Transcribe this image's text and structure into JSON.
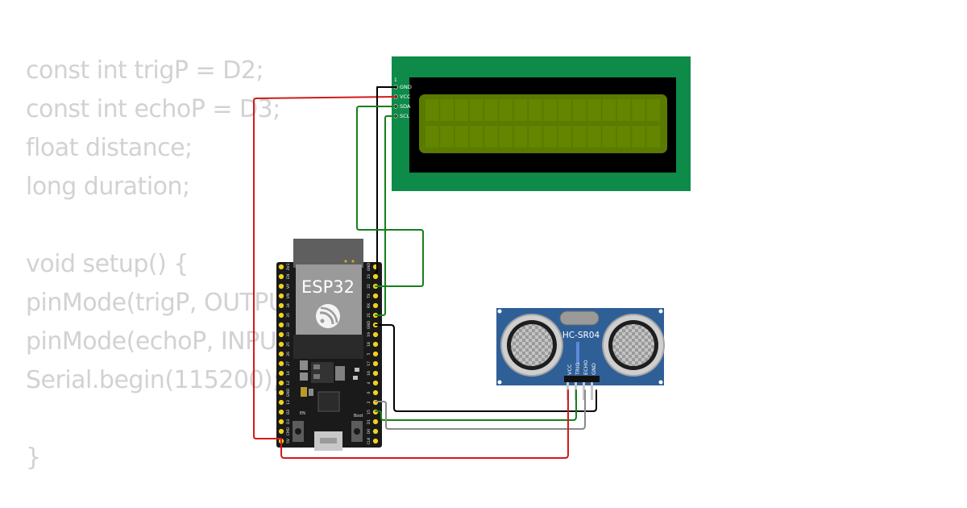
{
  "code": {
    "lines": [
      "const int trigP = D2;",
      "const int echoP = D3;",
      "float distance;",
      "long duration;",
      "",
      "void setup() {",
      "pinMode(trigP, OUTPUT);",
      "pinMode(echoP, INPUT);",
      "Serial.begin(115200);",
      "",
      "}"
    ]
  },
  "lcd": {
    "pin_index": "1",
    "pins": [
      "GND",
      "VCC",
      "SDA",
      "SCL"
    ],
    "colors": {
      "board": "#0e8a49",
      "bezel": "#000000",
      "screen": "#5a7a00"
    }
  },
  "esp32": {
    "label": "ESP32",
    "left_pins": [
      "3V3",
      "EN",
      "VP",
      "VN",
      "34",
      "35",
      "32",
      "33",
      "25",
      "26",
      "27",
      "14",
      "12",
      "GND",
      "13",
      "D2",
      "D3",
      "CMD",
      "5V"
    ],
    "right_pins": [
      "GND",
      "23",
      "22",
      "TX",
      "RX",
      "21",
      "GND",
      "19",
      "18",
      "5",
      "17",
      "16",
      "4",
      "0",
      "2",
      "15",
      "D1",
      "D0",
      "CLK"
    ],
    "en_label": "EN",
    "boot_label": "Boot",
    "colors": {
      "board": "#1a1a1a",
      "pin": "#f2d21b",
      "module": "#5f5f5f"
    }
  },
  "sensor": {
    "label": "HC-SR04",
    "pins": [
      "VCC",
      "TRIG",
      "ECHO",
      "GND"
    ],
    "colors": {
      "board": "#2f5f97"
    }
  },
  "wire_colors": {
    "red": "#d21a1a",
    "green": "#17801b",
    "black": "#000000",
    "gray": "#8a8a8a"
  }
}
